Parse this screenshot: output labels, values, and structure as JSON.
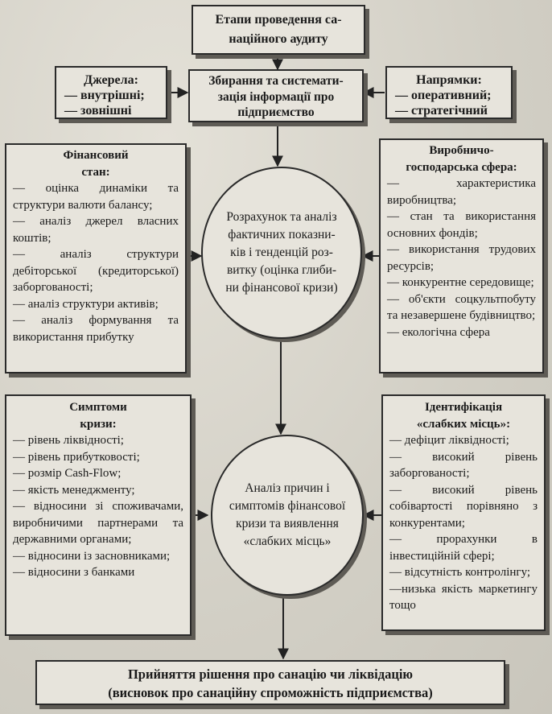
{
  "diagram": {
    "top_box": {
      "lines": [
        "Етапи проведення са-",
        "наційного аудиту"
      ]
    },
    "sources_box": {
      "title": "Джерела:",
      "items": [
        "— внутрішні;",
        "— зовнішні"
      ]
    },
    "collection_box": {
      "lines": [
        "Збирання та системати-",
        "зація інформації про",
        "підприємство"
      ]
    },
    "directions_box": {
      "title": "Напрямки:",
      "items": [
        "— оперативний;",
        "— стратегічний"
      ]
    },
    "financial_box": {
      "title_lines": [
        "Фінансовий",
        "стан:"
      ],
      "items": [
        "— оцінка динаміки та структури валюти балансу;",
        "— аналіз джерел власних коштів;",
        "— аналіз структури дебіторської (кредиторської) заборгованості;",
        "— аналіз структури активів;",
        "— аналіз формування та використання прибутку"
      ]
    },
    "production_box": {
      "title_lines": [
        "Виробничо-",
        "господарська сфера:"
      ],
      "items": [
        "— характеристика виробництва;",
        "— стан та використання основних фондів;",
        "— використання трудових ресурсів;",
        "— конкурентне середовище;",
        "— об'єкти соцкультпобуту та незавершене будівництво;",
        "— екологічна сфера"
      ]
    },
    "circle_top": {
      "lines": [
        "Розрахунок та аналіз",
        "фактичних показни-",
        "ків і тенденцій роз-",
        "витку (оцінка глиби-",
        "ни фінансової кризи)"
      ]
    },
    "symptoms_box": {
      "title_lines": [
        "Симптоми",
        "кризи:"
      ],
      "items": [
        "— рівень ліквідності;",
        "— рівень прибутковості;",
        "— розмір Cash-Flow;",
        "— якість менеджменту;",
        "— відносини зі споживачами, виробничими партнерами та державними органами;",
        "— відносини із засновниками;",
        "— відносини з банками"
      ]
    },
    "weak_box": {
      "title_lines": [
        "Ідентифікація",
        "«слабких місць»:"
      ],
      "items": [
        "— дефіцит ліквідності;",
        "— високий рівень заборгованості;",
        "— високий рівень собівартості порівняно з конкурентами;",
        "— прорахунки в інвестиційній сфері;",
        "— відсутність контролінгу;",
        "—низька якість маркетингу тощо"
      ]
    },
    "circle_bottom": {
      "lines": [
        "Аналіз причин і",
        "симптомів фінансової",
        "кризи та виявлення",
        "«слабких місць»"
      ]
    },
    "decision_box": {
      "lines": [
        "Прийняття рішення про санацію чи ліквідацію",
        "(висновок про санаційну спроможність підприємства)"
      ]
    }
  }
}
